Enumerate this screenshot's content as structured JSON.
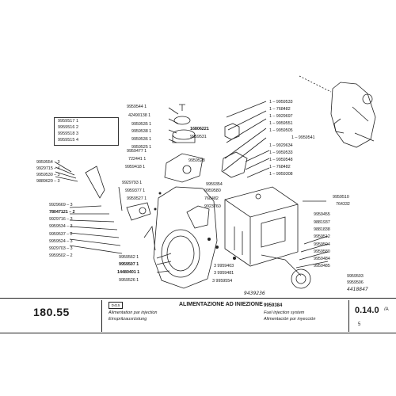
{
  "inset_parts": [
    {
      "code": "9959517",
      "qty": "1"
    },
    {
      "code": "9959516",
      "qty": "2"
    },
    {
      "code": "9959518",
      "qty": "3"
    },
    {
      "code": "9959515",
      "qty": "4"
    }
  ],
  "labels_top": [
    {
      "code": "9959544",
      "qty": "1"
    },
    {
      "code": "42490138",
      "qty": "1"
    },
    {
      "code": "9959535",
      "qty": "1"
    },
    {
      "code": "9959538",
      "qty": "1"
    },
    {
      "code": "9959536",
      "qty": "1"
    },
    {
      "code": "9959525",
      "qty": "1"
    }
  ],
  "labels_left": [
    {
      "code": "9959554",
      "qty": "3"
    },
    {
      "code": "9929715",
      "qty": "4"
    },
    {
      "code": "9959530",
      "qty": "3"
    },
    {
      "code": "9889620",
      "qty": "3"
    },
    {
      "code": "9929669",
      "qty": "3"
    },
    {
      "code": "78047121",
      "qty": "2"
    },
    {
      "code": "9929716",
      "qty": "3"
    },
    {
      "code": "9959534",
      "qty": "3"
    },
    {
      "code": "9959537",
      "qty": "2"
    },
    {
      "code": "9959524",
      "qty": "3"
    },
    {
      "code": "9929703",
      "qty": "3"
    },
    {
      "code": "9959502",
      "qty": "2"
    }
  ],
  "labels_mid": [
    {
      "code": "9959477",
      "qty": "1"
    },
    {
      "code": "722441",
      "qty": "1"
    },
    {
      "code": "9959418",
      "qty": "1"
    },
    {
      "code": "9929793",
      "qty": "1"
    },
    {
      "code": "9959377",
      "qty": "1"
    },
    {
      "code": "9959527",
      "qty": "1"
    },
    {
      "code": "16806221",
      "qty": ""
    },
    {
      "code": "9959531",
      "qty": ""
    },
    {
      "code": "9959528",
      "qty": ""
    },
    {
      "code": "9959354",
      "qty": ""
    },
    {
      "code": "9959580",
      "qty": ""
    },
    {
      "code": "768482",
      "qty": ""
    },
    {
      "code": "9923760",
      "qty": ""
    }
  ],
  "labels_right": [
    {
      "code": "9959533",
      "qty": "1"
    },
    {
      "code": "768482",
      "qty": "1"
    },
    {
      "code": "9929697",
      "qty": "1"
    },
    {
      "code": "9959551",
      "qty": "1"
    },
    {
      "code": "9959505",
      "qty": "1"
    },
    {
      "code": "9959541",
      "qty": "1"
    },
    {
      "code": "9929634",
      "qty": "1"
    },
    {
      "code": "9959533",
      "qty": "1"
    },
    {
      "code": "9959548",
      "qty": "1"
    },
    {
      "code": "768482",
      "qty": "1"
    },
    {
      "code": "9959308",
      "qty": "1"
    },
    {
      "code": "9959510",
      "qty": ""
    },
    {
      "code": "764332",
      "qty": ""
    },
    {
      "code": "9959455",
      "qty": ""
    },
    {
      "code": "9881937",
      "qty": ""
    },
    {
      "code": "9881838",
      "qty": ""
    },
    {
      "code": "9959512",
      "qty": ""
    },
    {
      "code": "9959504",
      "qty": ""
    },
    {
      "code": "9959580",
      "qty": ""
    },
    {
      "code": "9959484",
      "qty": ""
    },
    {
      "code": "9959485",
      "qty": ""
    }
  ],
  "labels_bottom": [
    {
      "code": "9959562",
      "qty": "1"
    },
    {
      "code": "9959507",
      "qty": "1"
    },
    {
      "code": "14480401",
      "qty": "1"
    },
    {
      "code": "9959526",
      "qty": "1"
    },
    {
      "code": "9959403",
      "qty": "3"
    },
    {
      "code": "9959481",
      "qty": "3"
    },
    {
      "code": "9959554",
      "qty": "3"
    },
    {
      "code": "9959503",
      "qty": ""
    },
    {
      "code": "9959506",
      "qty": ""
    }
  ],
  "handwritten": [
    "4418847",
    "9439236"
  ],
  "footer": {
    "page_number": "180.55",
    "box_code": "D415",
    "title_it": "ALIMENTAZIONE AD INIEZIONE",
    "title_en": "Alimentation par injection",
    "title_de": "Einspritzausrüstung",
    "ref_code": "9959384",
    "ref_en": "Fuel injection system",
    "ref_es": "Alimentación por inyección",
    "section_code": "0.14.0",
    "section_suffix": "/A",
    "sheet": "5"
  }
}
